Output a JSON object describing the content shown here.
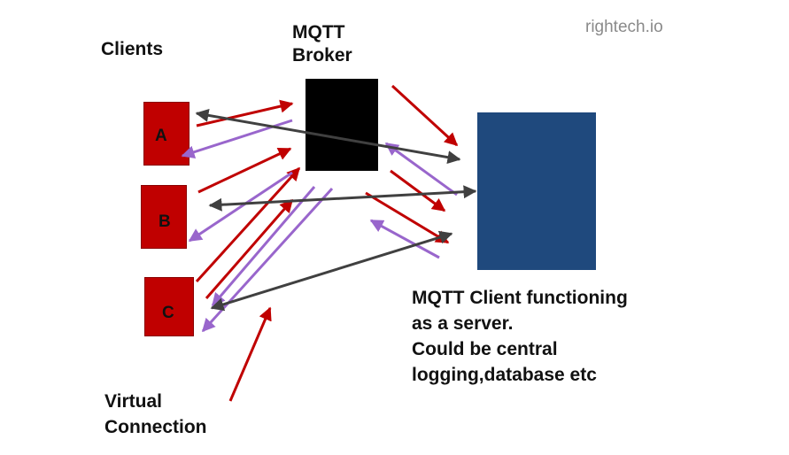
{
  "brand": "rightech.io",
  "labels": {
    "clients": "Clients",
    "broker_line1": "MQTT",
    "broker_line2": "Broker",
    "server_line1": "MQTT Client functioning",
    "server_line2": "as a server.",
    "server_line3": "Could be central",
    "server_line4": "logging,database etc",
    "virtual_line1": "Virtual",
    "virtual_line2": "Connection"
  },
  "clients": [
    {
      "id": "A"
    },
    {
      "id": "B"
    },
    {
      "id": "C"
    }
  ],
  "colors": {
    "client": "#c00000",
    "broker": "#000000",
    "server": "#1f497d",
    "red_arrow": "#c00000",
    "purple_arrow": "#9966cc",
    "virtual_connection": "#404040"
  }
}
